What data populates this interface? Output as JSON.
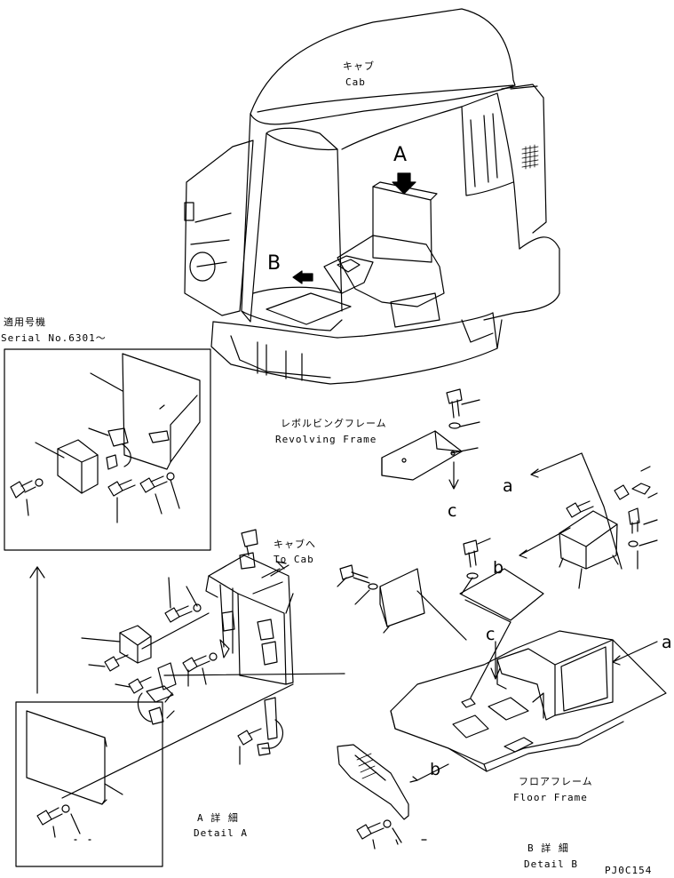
{
  "labels": {
    "cab_jp": "キャブ",
    "cab_en": "Cab",
    "revolving_jp": "レボルビングフレーム",
    "revolving_en": "Revolving Frame",
    "serial_jp": "適用号機",
    "serial_en": "Serial No.6301～",
    "to_cab_jp": "キャブへ",
    "to_cab_en": "To Cab",
    "floor_jp": "フロアフレーム",
    "floor_en": "Floor Frame",
    "detail_a_jp": "A 詳 細",
    "detail_a_en": "Detail A",
    "detail_b_jp": "B 詳 細",
    "detail_b_en": "Detail B",
    "part_code": "PJ0C154"
  },
  "callouts": {
    "A": "A",
    "B": "B",
    "a1": "a",
    "a2": "a",
    "b1": "b",
    "b2": "b",
    "c1": "c",
    "c2": "c"
  }
}
